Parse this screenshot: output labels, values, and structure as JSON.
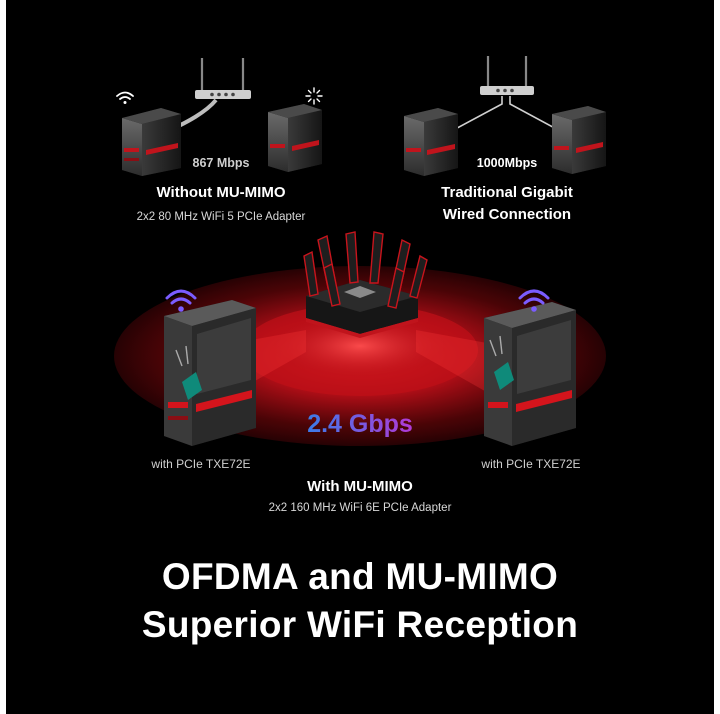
{
  "left_panel": {
    "speed": "867 Mbps",
    "title": "Without MU-MIMO",
    "subtitle": "2x2 80 MHz WiFi 5 PCIe Adapter"
  },
  "right_panel": {
    "speed": "1000Mbps",
    "title_line1": "Traditional Gigabit",
    "title_line2": "Wired Connection"
  },
  "center": {
    "speed": "2.4 Gbps",
    "left_caption": "with PCIe TXE72E",
    "right_caption": "with PCIe TXE72E",
    "title": "With MU-MIMO",
    "subtitle": "2x2 160 MHz WiFi 6E PCIe Adapter"
  },
  "headline": {
    "line1": "OFDMA and MU-MIMO",
    "line2": "Superior WiFi Reception"
  },
  "colors": {
    "background": "#000000",
    "accent_red": "#e0101a",
    "speed_gradient_start": "#3b7be8",
    "speed_gradient_end": "#b23ad6",
    "wifi_icon": "#7b5cff"
  }
}
